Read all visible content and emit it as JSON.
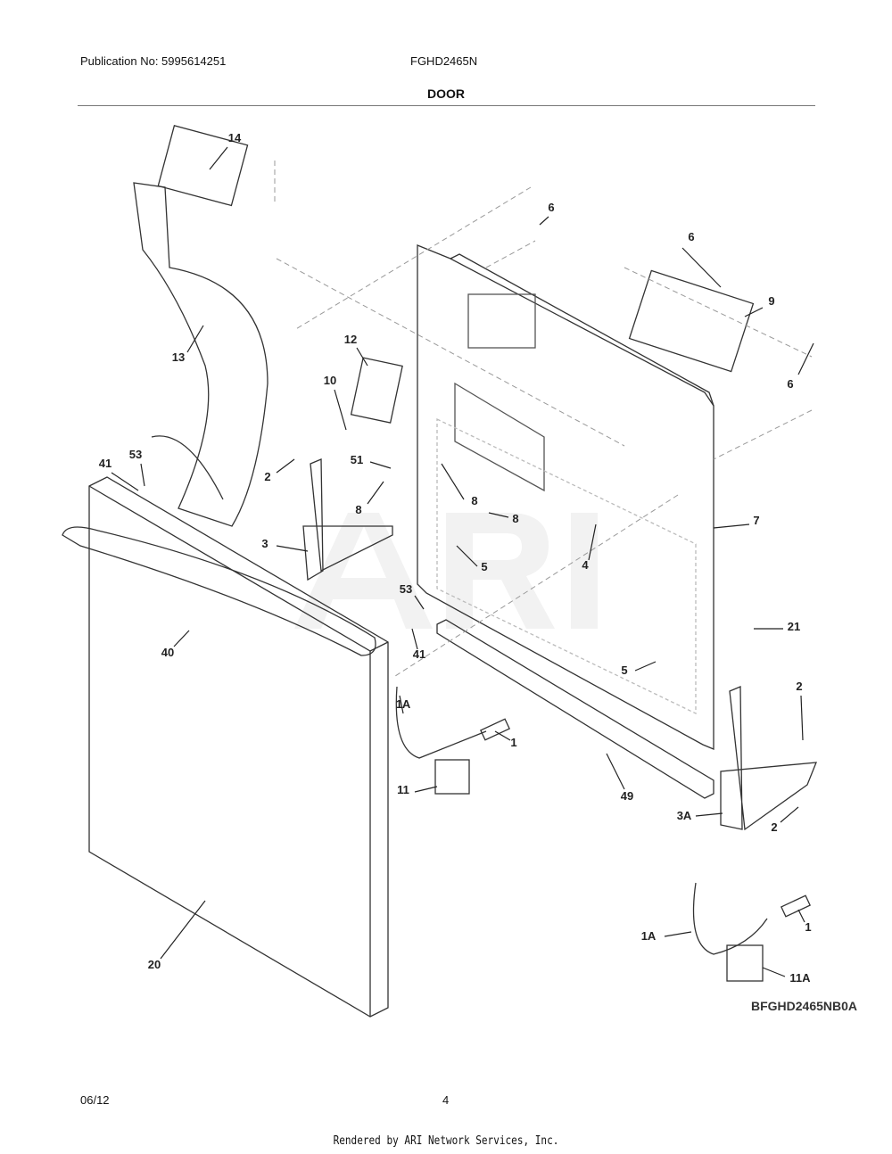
{
  "header": {
    "publication": "Publication No: 5995614251",
    "model": "FGHD2465N",
    "section_title": "DOOR"
  },
  "diagram": {
    "watermark": "ARI",
    "drawing_code": "BFGHD2465NB0A",
    "callouts": [
      "14",
      "6",
      "6",
      "9",
      "6",
      "13",
      "12",
      "10",
      "53",
      "41",
      "2",
      "51",
      "8",
      "8",
      "8",
      "7",
      "3",
      "4",
      "5",
      "53",
      "41",
      "21",
      "40",
      "5",
      "1A",
      "2",
      "1",
      "11",
      "49",
      "3A",
      "2",
      "1A",
      "1",
      "11A",
      "20"
    ]
  },
  "footer": {
    "date": "06/12",
    "page_number": "4",
    "rendered_by": "Rendered by ARI Network Services, Inc."
  }
}
